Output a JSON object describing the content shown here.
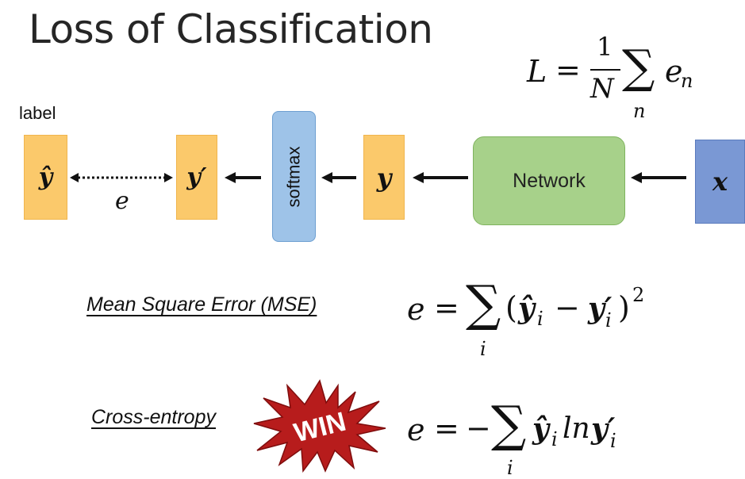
{
  "title": "Loss of Classification",
  "loss_formula": {
    "lhs": "L",
    "equals": "=",
    "numerator": "1",
    "denominator": "N",
    "sum_symbol": "∑",
    "sum_index": "n",
    "term_base": "e",
    "term_sub": "n"
  },
  "diagram": {
    "label_caption": "label",
    "target_symbol": "ŷ",
    "output_symbol": "y′",
    "error_symbol": "e",
    "softmax_label": "softmax",
    "y_symbol": "y",
    "network_label": "Network",
    "input_symbol": "x",
    "colors": {
      "orange_box": "#fbc96b",
      "softmax_box": "#9ec3e8",
      "network_box": "#a7d18a",
      "input_box": "#7a98d4"
    }
  },
  "mse": {
    "label": "Mean Square Error (MSE)",
    "lhs": "e",
    "equals": "=",
    "sum_symbol": "∑",
    "sum_index": "i",
    "open_paren": "(",
    "term_a": "ŷ",
    "term_a_sub": "i",
    "minus": "−",
    "term_b": "y′",
    "term_b_sub": "i",
    "close_paren": ")",
    "power": "2"
  },
  "cross_entropy": {
    "label": "Cross-entropy",
    "badge_text": "WIN",
    "badge_color": "#b71c1c",
    "lhs": "e",
    "equals": "=",
    "minus": "−",
    "sum_symbol": "∑",
    "sum_index": "i",
    "term_a": "ŷ",
    "term_a_sub": "i",
    "ln": "ln",
    "term_b": "y′",
    "term_b_sub": "i"
  }
}
